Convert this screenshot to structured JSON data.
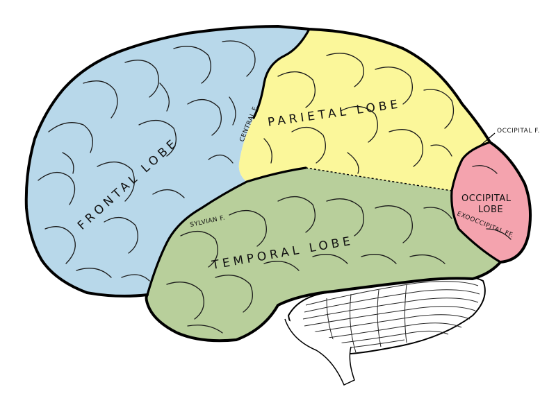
{
  "lobes": {
    "frontal": {
      "label": "FRONTAL LOBE",
      "color": "#b8d8ea"
    },
    "parietal": {
      "label": "PARIETAL LOBE",
      "color": "#fbf79a"
    },
    "temporal": {
      "label": "TEMPORAL LOBE",
      "color": "#b8cf9b"
    },
    "occipital": {
      "label_line1": "OCCIPITAL",
      "label_line2": "LOBE",
      "color": "#f4a3ae"
    }
  },
  "fissures": {
    "central": "CENTRAL F.",
    "sylvian": "SYLVIAN F.",
    "occipital": "OCCIPITAL F.",
    "exoccipital": "EXOOCCIPITAL FF."
  },
  "cerebellum": {
    "color": "#ffffff"
  }
}
